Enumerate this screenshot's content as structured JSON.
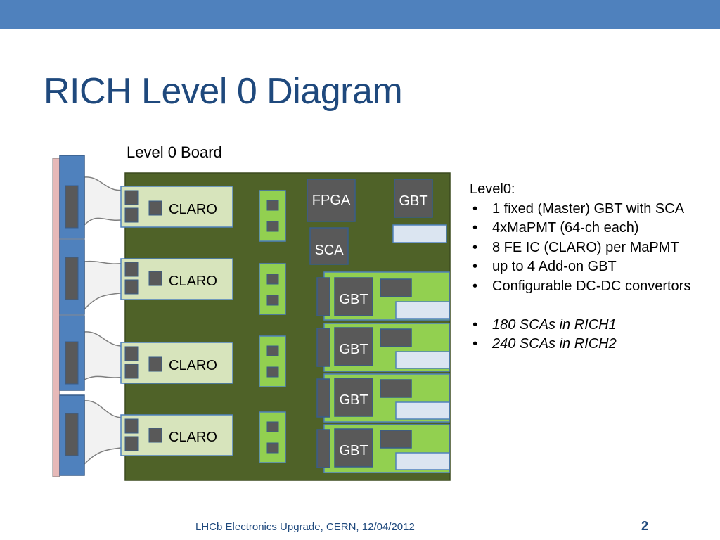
{
  "slide": {
    "title": "RICH Level 0 Diagram",
    "footer": "LHCb Electronics Upgrade, CERN, 12/04/2012",
    "page_number": "2"
  },
  "diagram": {
    "board_label": "Level 0 Board",
    "claro_label": "CLARO",
    "fpga_label": "FPGA",
    "sca_label": "SCA",
    "gbt_label": "GBT",
    "colors": {
      "board": "#4f6228",
      "module": "#d7e4bc",
      "green": "#92d050",
      "chip": "#595959",
      "connector": "#4f81bd",
      "pink": "#e6b9b8",
      "slot": "#dbe5f1"
    }
  },
  "notes": {
    "heading": "Level0:",
    "items": [
      "1 fixed (Master) GBT with SCA",
      "4xMaPMT (64-ch each)",
      "8 FE IC (CLARO) per MaPMT",
      "up to 4 Add-on GBT",
      "Configurable DC-DC convertors"
    ],
    "counts": [
      "180 SCAs in RICH1",
      "240 SCAs in RICH2"
    ]
  }
}
